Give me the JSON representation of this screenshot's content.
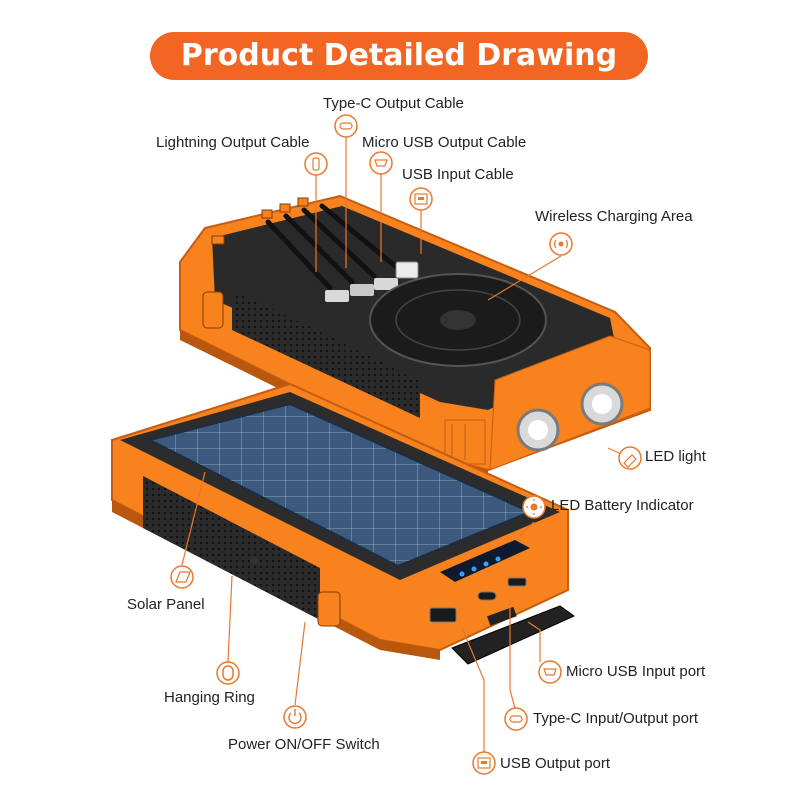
{
  "title": "Product Detailed Drawing",
  "colors": {
    "accent": "#f26522",
    "body_orange": "#f7821e",
    "panel_dark": "#2a2a2a",
    "solar_blue": "#3c5a7e"
  },
  "callouts": {
    "typec_cable": "Type-C Output Cable",
    "lightning_cable": "Lightning Output Cable",
    "micro_cable": "Micro USB Output Cable",
    "usb_input_cable": "USB Input Cable",
    "wireless_area": "Wireless Charging Area",
    "led_light": "LED light",
    "led_indicator": "LED Battery Indicator",
    "solar_panel": "Solar Panel",
    "micro_input_port": "Micro USB Input port",
    "hanging_ring": "Hanging Ring",
    "typec_port": "Type-C Input/Output port",
    "power_switch": "Power ON/OFF Switch",
    "usb_output_port": "USB Output port"
  },
  "icons": [
    "lightning-icon",
    "typec-icon",
    "micro-usb-icon",
    "usb-icon",
    "wireless-icon",
    "flashlight-icon",
    "battery-led-icon",
    "solar-icon",
    "hanging-ring-icon",
    "power-icon"
  ]
}
